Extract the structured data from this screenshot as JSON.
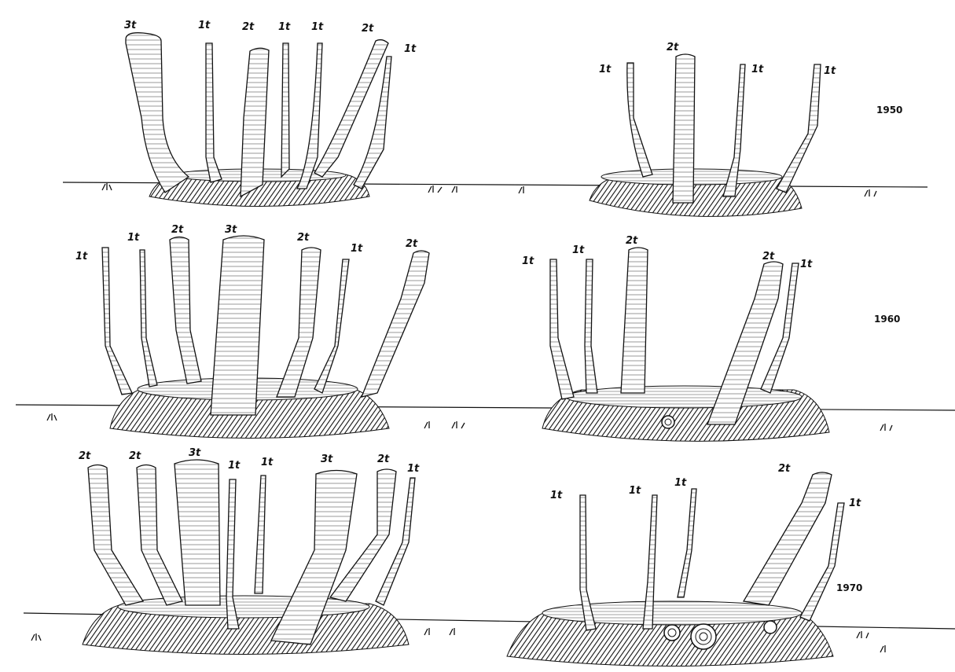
{
  "title": "",
  "rows": [
    {
      "year": "1950",
      "left": {
        "labels": [
          "3t",
          "1t",
          "2t",
          "1t",
          "1t",
          "2t",
          "1t"
        ]
      },
      "right": {
        "labels": [
          "1t",
          "2t",
          "1t",
          "1t"
        ]
      }
    },
    {
      "year": "1960",
      "left": {
        "labels": [
          "1t",
          "1t",
          "2t",
          "3t",
          "2t",
          "1t",
          "2t"
        ]
      },
      "right": {
        "labels": [
          "1t",
          "1t",
          "2t",
          "2t",
          "1t"
        ]
      }
    },
    {
      "year": "1970",
      "left": {
        "labels": [
          "2t",
          "2t",
          "3t",
          "1t",
          "1t",
          "3t",
          "2t",
          "1t"
        ]
      },
      "right": {
        "labels": [
          "1t",
          "1t",
          "1t",
          "2t",
          "1t"
        ]
      }
    }
  ]
}
